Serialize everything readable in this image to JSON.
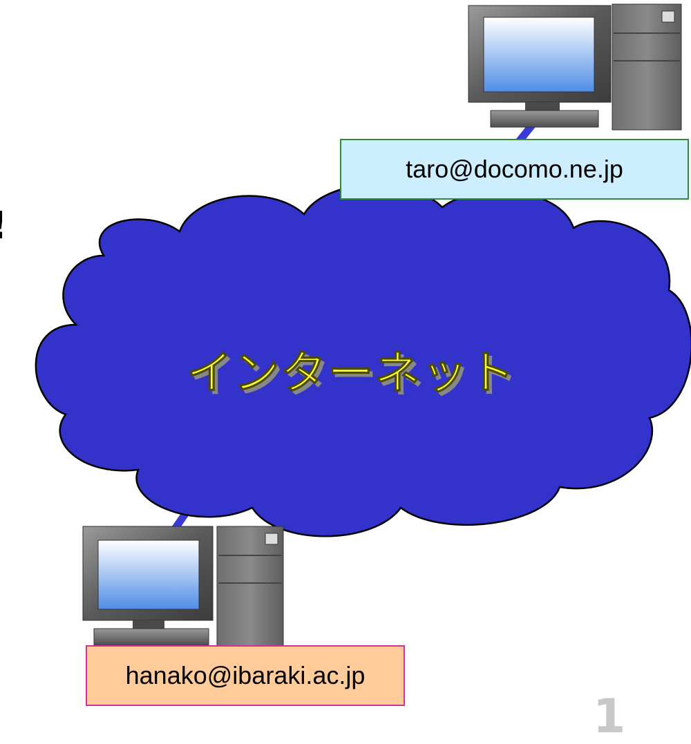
{
  "diagram": {
    "network_label": "インターネット",
    "hosts": [
      {
        "id": "remote",
        "address": "taro@docomo.ne.jp"
      },
      {
        "id": "local",
        "address": "hanako@ibaraki.ac.jp"
      }
    ],
    "page_number": "1",
    "edge_fragment": "!"
  },
  "colors": {
    "cloud_fill": "#3333cc",
    "cloud_outline": "#000000",
    "link_line": "#3a3ad6",
    "cloud_text": "#ffff33",
    "cloud_text_shadow": "#888888",
    "taro_bg": "#cceeff",
    "taro_border": "#2e8b3a",
    "hanako_bg": "#ffcc99",
    "hanako_border": "#cc3399",
    "screen_gradient_top": "#ffffff",
    "screen_gradient_bottom": "#4f8de6",
    "computer_dark": "#555555",
    "computer_mid": "#808080"
  },
  "icons": {
    "remote_computer": "desktop-computer-icon",
    "local_computer": "desktop-computer-icon",
    "network_cloud": "cloud-icon"
  }
}
